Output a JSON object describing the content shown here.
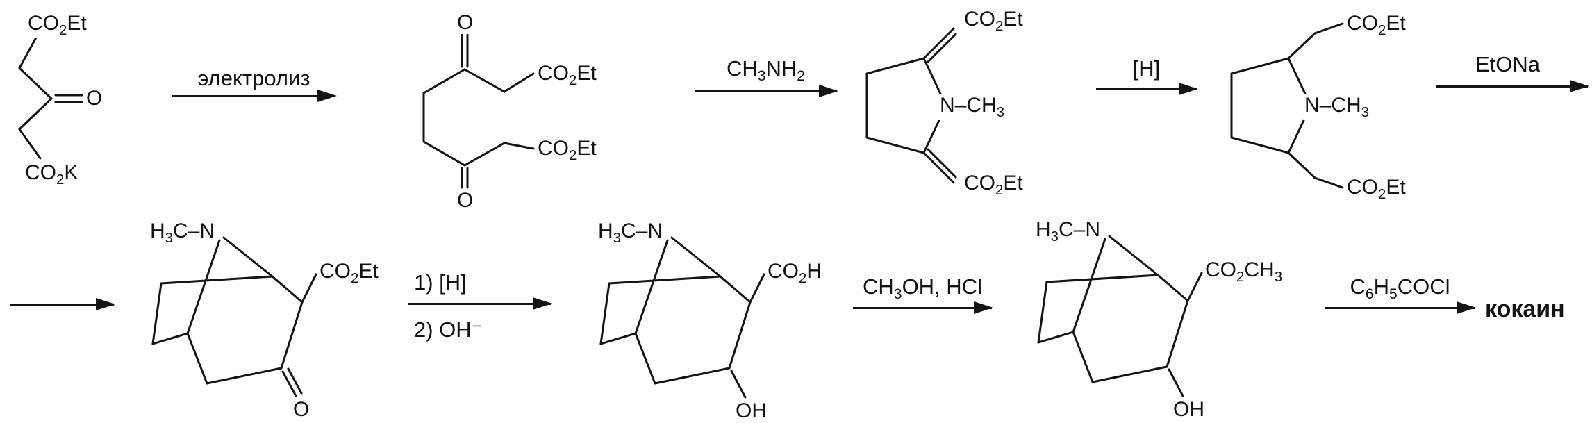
{
  "reagents": {
    "step1": "электролиз",
    "step2": "CH3NH2",
    "step3": "[H]",
    "step4": "EtONa",
    "step5_line1": "1) [H]",
    "step5_line2": "2) OH⁻",
    "step6": "CH3OH, HCl",
    "step7": "C6H5COCl"
  },
  "product": "кокаин",
  "structures": {
    "keto_diester_salt": {
      "ester_top": "CO2Et",
      "ketone": "O",
      "carboxylate": "CO2K"
    },
    "diketo_diester": {
      "ketone_top": "O",
      "ester_top": "CO2Et",
      "ketone_bottom": "O",
      "ester_bottom": "CO2Et"
    },
    "bis_ylidene_pyrrolidine": {
      "ester_top": "CO2Et",
      "n_methyl": "N–CH3",
      "ester_bottom": "CO2Et"
    },
    "pyrrolidine_diester": {
      "ester_top": "CO2Et",
      "n_methyl": "N–CH3",
      "ester_bottom": "CO2Et"
    },
    "tropinone_ester": {
      "n_methyl": "H3C–N",
      "ester": "CO2Et",
      "ketone": "O"
    },
    "ecgonine": {
      "n_methyl": "H3C–N",
      "acid": "CO2H",
      "hydroxyl": "OH"
    },
    "ecgonine_methyl_ester": {
      "n_methyl": "H3C–N",
      "ester": "CO2CH3",
      "hydroxyl": "OH"
    }
  }
}
